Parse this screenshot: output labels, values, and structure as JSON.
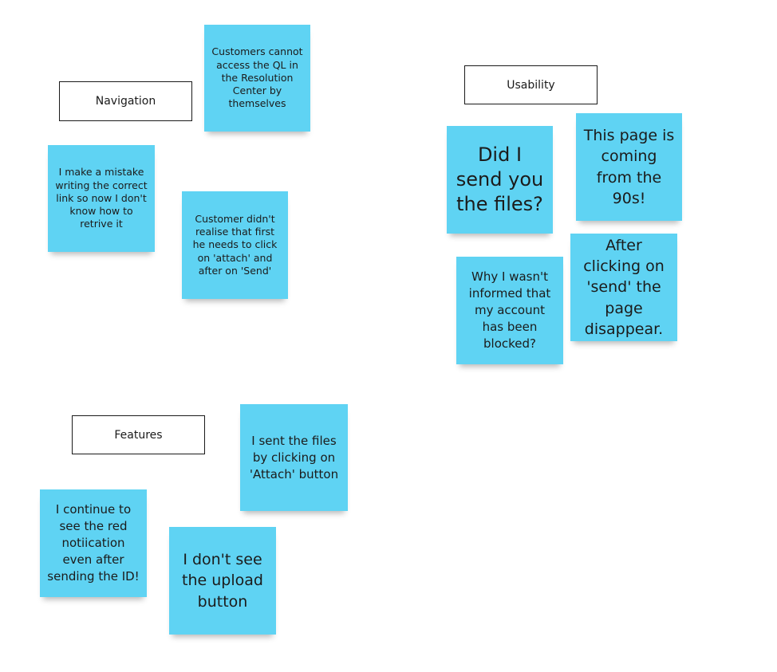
{
  "labels": {
    "navigation": "Navigation",
    "usability": "Usability",
    "features": "Features"
  },
  "notes": {
    "customers_cannot_access": "Customers cannot access the QL in the Resolution Center by themselves",
    "mistake_correct_link": "I make a mistake writing the correct link so now I don't know how to retrive it",
    "attach_then_send": "Customer didn't realise that first he needs to click on 'attach' and after on 'Send'",
    "did_i_send_files": "Did I send you the files?",
    "page_from_90s": "This page is coming from the 90s!",
    "account_blocked": "Why I wasn't informed that my account has been blocked?",
    "page_disappear": "After clicking on 'send' the page disappear.",
    "sent_files_attach": "I sent the files by clicking on 'Attach' button",
    "red_notification": "I continue to see the red notiication even after sending the ID!",
    "no_upload_button": "I don't see the upload button"
  },
  "colors": {
    "sticky": "#5fd3f3",
    "border": "#1a1a1a",
    "background": "#ffffff"
  }
}
